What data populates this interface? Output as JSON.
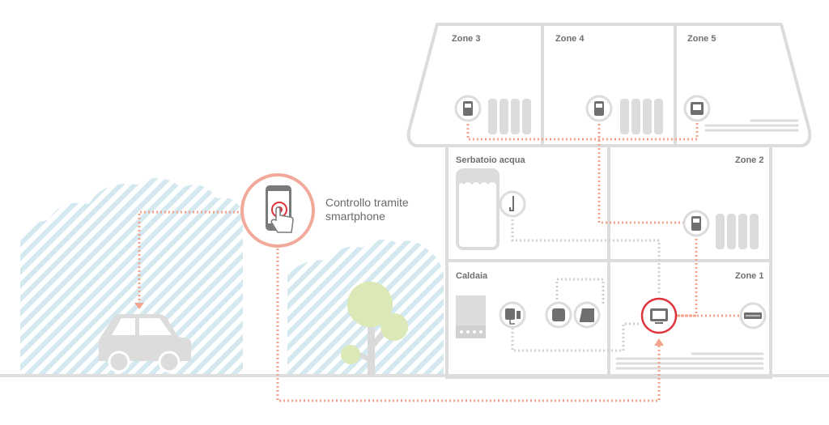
{
  "zones": {
    "zone3": "Zone 3",
    "zone4": "Zone 4",
    "zone5": "Zone 5",
    "zone2": "Zone 2",
    "zone1": "Zone 1"
  },
  "rooms": {
    "water_tank": "Serbatoio acqua",
    "boiler": "Caldaia"
  },
  "smartphone_control": {
    "line1": "Controllo tramite",
    "line2": "smartphone"
  },
  "colors": {
    "accent_red": "#e0343c",
    "link_salmon": "#f4a48e",
    "house_grey": "#dcdcdc",
    "device_grey": "#6f6f6f",
    "hatch_blue": "#cfe6ee",
    "tree_green": "#d8e8b4"
  },
  "icons": [
    "smartphone-touch-icon",
    "thermostat-icon",
    "radiator-icon",
    "car-icon",
    "tree-icon",
    "boiler-icon",
    "water-tank-icon",
    "smart-hub-icon"
  ]
}
